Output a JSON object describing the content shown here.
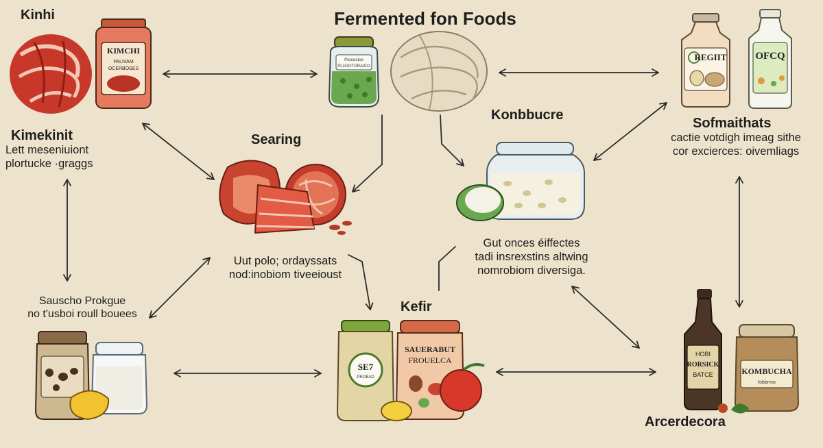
{
  "title": "Fermented fon Foods",
  "labels": {
    "kimchi_top": "Kinhi",
    "kimekinit": "Kimekinit",
    "searing": "Searing",
    "kombucha_top": "Konbbucre",
    "sofmaithats": "Sofmaithats",
    "kefir": "Kefir",
    "arcerdecora": "Arcerdecora"
  },
  "texts": {
    "kimekinit_lines": [
      "Lett meseniuiont",
      "plortucke ·graggs"
    ],
    "sofmaithats_lines": [
      "cactie votdigh imeag sithe",
      "cor excierces: oivemliags"
    ],
    "uut_lines": [
      "Uut polo; ordayssats",
      "nod:inobiom tiveeioust"
    ],
    "gut_lines": [
      "Gut onces éiffectes",
      "tadi insrexstins altwing",
      "nomrobiom diversiga."
    ],
    "sauscho_lines": [
      "Sauscho Prokgue",
      "no t'usboi roull bouees"
    ]
  },
  "jar_labels": {
    "kimchi_jar": [
      "KIMCHI",
      "PALIVAM",
      "OCERBOSES"
    ],
    "green_jar": [
      "Piococice",
      "PLUVOTORAICO"
    ],
    "bottle_left": [
      "REGIIT"
    ],
    "bottle_right": [
      "OFCQ"
    ],
    "seed_jar": [
      "SE7",
      "PROBAD"
    ],
    "sauer_jar": [
      "SAUERABUT",
      "FROUELCA"
    ],
    "soy_bottle": [
      "HOBI",
      "RORSICK",
      "BATCE"
    ],
    "kombucha_jar": [
      "KOMBUCHA",
      "fobbrmo"
    ]
  },
  "colors": {
    "background": "#ede3cc",
    "kimchi_red": "#d03a2a",
    "jar_green": "#6aa84f",
    "lid_olive": "#8a9a3b",
    "glass": "#e7eef0",
    "bottle_brown": "#4a3526",
    "arrow": "#2b2b2b"
  }
}
